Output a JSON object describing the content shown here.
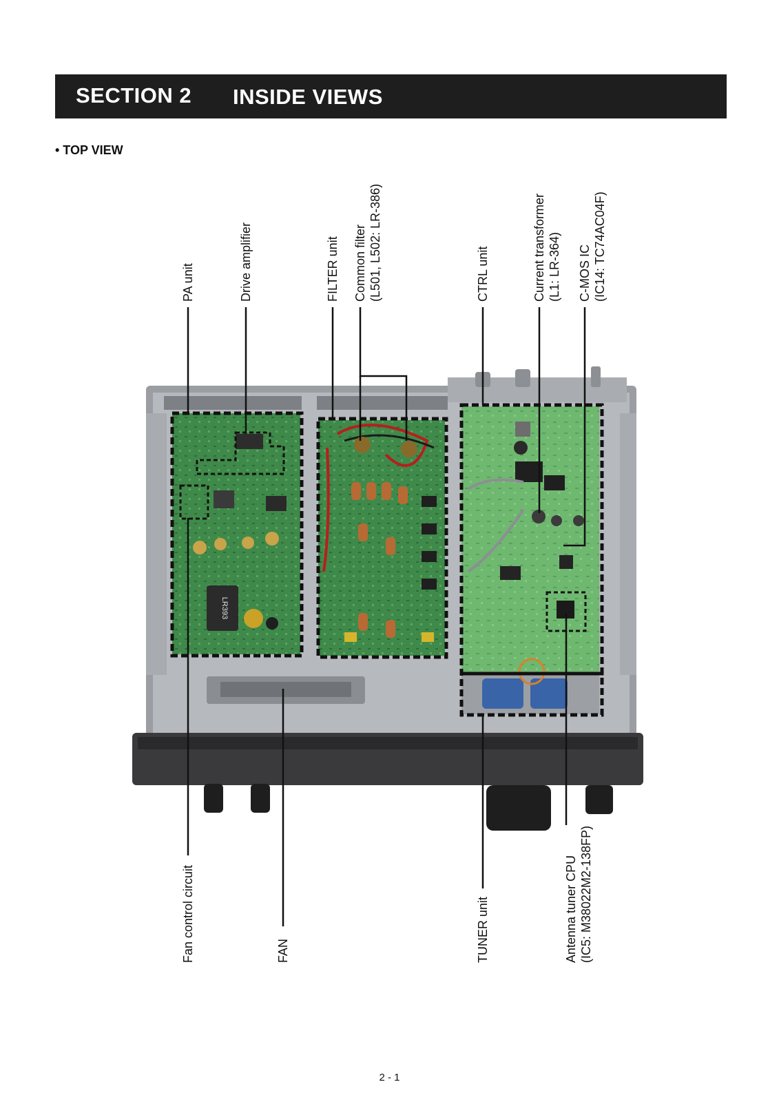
{
  "header": {
    "section": "SECTION 2",
    "title": "INSIDE VIEWS"
  },
  "subheading": "• TOP VIEW",
  "labels_top": [
    {
      "lines": [
        "PA unit"
      ]
    },
    {
      "lines": [
        "Drive amplifier"
      ]
    },
    {
      "lines": [
        "FILTER unit"
      ]
    },
    {
      "lines": [
        "Common filter",
        "(L501, L502: LR-386)"
      ]
    },
    {
      "lines": [
        "CTRL unit"
      ]
    },
    {
      "lines": [
        "Current transformer",
        "(L1: LR-364)"
      ]
    },
    {
      "lines": [
        "C-MOS IC",
        "(IC14: TC74AC04F)"
      ]
    }
  ],
  "labels_bottom": [
    {
      "lines": [
        "Fan control circuit"
      ]
    },
    {
      "lines": [
        "FAN"
      ]
    },
    {
      "lines": [
        "TUNER unit"
      ]
    },
    {
      "lines": [
        "Antenna tuner CPU",
        "(IC5: M38022M2-138FP)"
      ]
    }
  ],
  "photo_text": {
    "transformer_marking": "LR393"
  },
  "page_number": "2 - 1"
}
